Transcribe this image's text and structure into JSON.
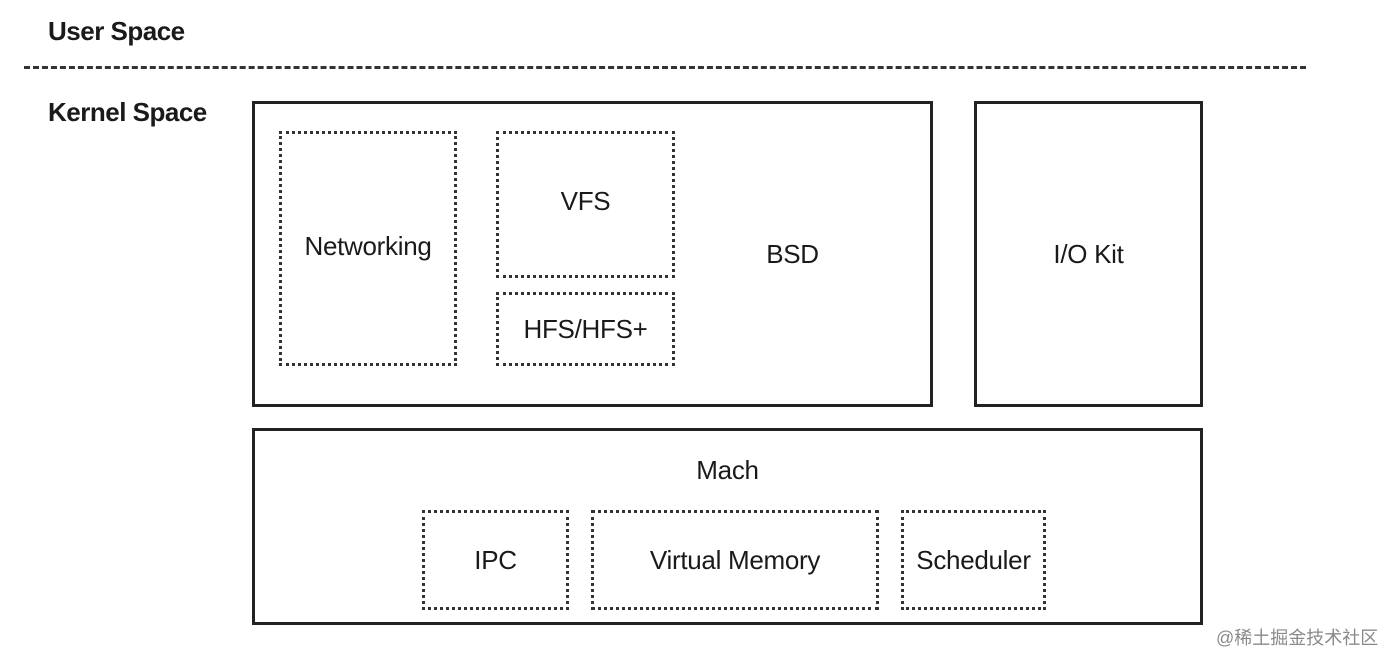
{
  "regions": {
    "user_space": "User Space",
    "kernel_space": "Kernel Space"
  },
  "bsd": {
    "label": "BSD",
    "components": {
      "networking": "Networking",
      "vfs": "VFS",
      "hfs": "HFS/HFS+"
    }
  },
  "iokit": {
    "label": "I/O Kit"
  },
  "mach": {
    "label": "Mach",
    "components": {
      "ipc": "IPC",
      "virtual_memory": "Virtual Memory",
      "scheduler": "Scheduler"
    }
  },
  "watermark": "@稀土掘金技术社区"
}
